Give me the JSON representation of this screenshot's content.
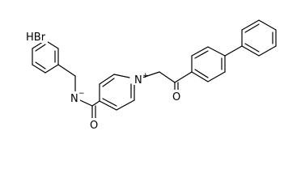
{
  "labels": {
    "salt": "HBr",
    "amide_nitrogen": "N",
    "amide_nitrogen_charge": "−",
    "pyridinium_nitrogen": "N",
    "pyridinium_nitrogen_charge": "+",
    "amide_oxygen": "O",
    "ketone_oxygen": "O"
  }
}
